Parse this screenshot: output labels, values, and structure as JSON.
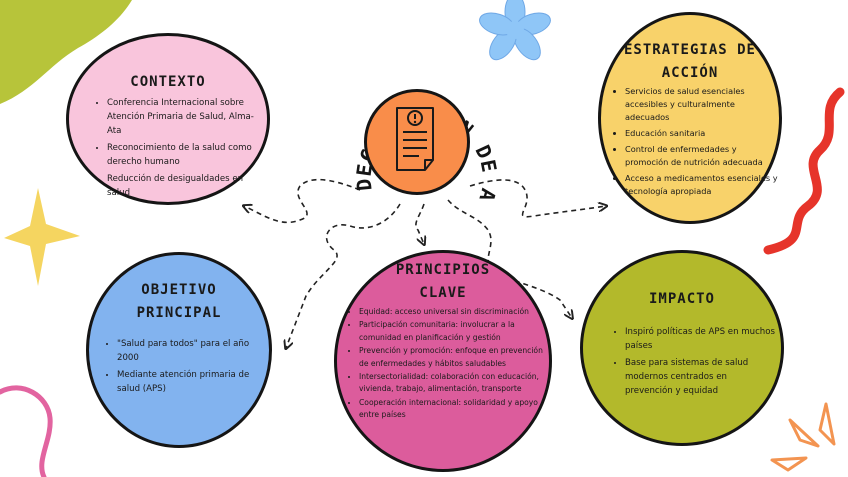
{
  "center_title": "DECLARACIÓN DE ALMA-ALTA",
  "nodes": {
    "contexto": {
      "title": "CONTEXTO",
      "points": [
        "Conferencia Internacional sobre Atención Primaria de Salud, Alma-Ata",
        "Reconocimiento de la salud como derecho humano",
        "Reducción de desigualdades en salud"
      ]
    },
    "estrategias": {
      "title_line1": "ESTRATEGIAS DE",
      "title_line2": "ACCIÓN",
      "points": [
        "Servicios de salud esenciales accesibles y culturalmente adecuados",
        "Educación sanitaria",
        "Control de enfermedades y promoción de nutrición adecuada",
        "Acceso a medicamentos esenciales y tecnología apropiada"
      ]
    },
    "objetivo": {
      "title_line1": "OBJETIVO",
      "title_line2": "PRINCIPAL",
      "points": [
        "\"Salud para todos\" para el año 2000",
        "Mediante atención primaria de salud (APS)"
      ]
    },
    "principios": {
      "title_line1": "PRINCIPIOS",
      "title_line2": "CLAVE",
      "points": [
        "Equidad: acceso universal sin discriminación",
        "Participación comunitaria: involucrar a la comunidad en planificación y gestión",
        "Prevención y promoción: enfoque en prevención de enfermedades y hábitos saludables",
        "Intersectorialidad: colaboración con educación, vivienda, trabajo, alimentación, transporte",
        "Cooperación internacional: solidaridad y apoyo entre países"
      ]
    },
    "impacto": {
      "title": "IMPACTO",
      "points": [
        "Inspiró políticas de APS en muchos países",
        "Base para sistemas de salud modernos centrados en prevención y equidad"
      ]
    }
  },
  "colors": {
    "contexto": "#f9c5dc",
    "estrategias": "#f8d26a",
    "objetivo": "#82b3ef",
    "principios": "#dc5c9c",
    "impacto": "#b3b92b",
    "center": "#f98d4a",
    "blob_green": "#b7c43a",
    "flower_blue": "#8fc6f7",
    "star_yellow": "#f5d560",
    "squiggle_red": "#e6342a",
    "squiggle_pink": "#e264a0",
    "rays_orange": "#f39451"
  },
  "icons": {
    "center": "document-alert-icon"
  }
}
